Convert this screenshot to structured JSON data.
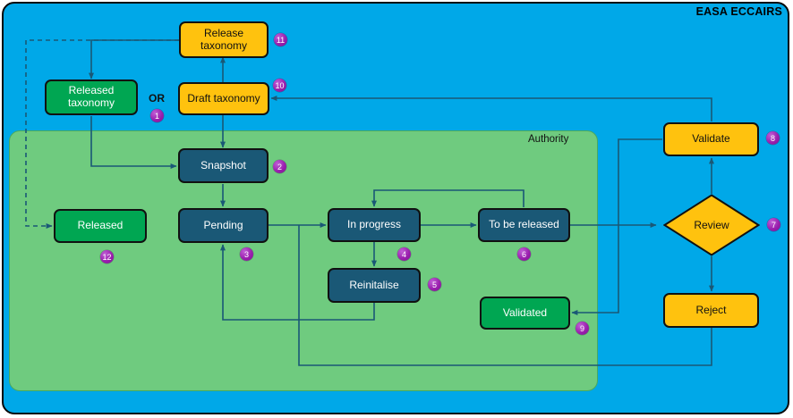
{
  "title": "EASA ECCAIRS",
  "containers": {
    "outer": {
      "name": "eccairs-panel"
    },
    "authority": {
      "label": "Authority"
    }
  },
  "labels": {
    "or": "OR"
  },
  "colors": {
    "outer_background": "#00a8e8",
    "authority_background": "#6fcb7f",
    "amber_node": "#ffc20e",
    "teal_node": "#1a5876",
    "green_node": "#00a652",
    "connector": "#1a5876",
    "badge": "#9b1fae",
    "border": "#111111"
  },
  "nodes": [
    {
      "id": "release-taxonomy",
      "label": "Release taxonomy",
      "shape": "rounded-rect",
      "style": "amber",
      "badge": "11"
    },
    {
      "id": "released-taxonomy",
      "label": "Released taxonomy",
      "shape": "rounded-rect",
      "style": "green",
      "badge": ""
    },
    {
      "id": "draft-taxonomy",
      "label": "Draft taxonomy",
      "shape": "rounded-rect",
      "style": "amber",
      "badge": "10"
    },
    {
      "id": "snapshot",
      "label": "Snapshot",
      "shape": "rounded-rect",
      "style": "teal",
      "badge": "2"
    },
    {
      "id": "released",
      "label": "Released",
      "shape": "rounded-rect",
      "style": "green",
      "badge": "12"
    },
    {
      "id": "pending",
      "label": "Pending",
      "shape": "rounded-rect",
      "style": "teal",
      "badge": "3"
    },
    {
      "id": "in-progress",
      "label": "In progress",
      "shape": "rounded-rect",
      "style": "teal",
      "badge": "4"
    },
    {
      "id": "reinitalise",
      "label": "Reinitalise",
      "shape": "rounded-rect",
      "style": "teal",
      "badge": "5"
    },
    {
      "id": "to-be-released",
      "label": "To be released",
      "shape": "rounded-rect",
      "style": "teal",
      "badge": "6"
    },
    {
      "id": "validated",
      "label": "Validated",
      "shape": "rounded-rect",
      "style": "green",
      "badge": "9"
    },
    {
      "id": "validate",
      "label": "Validate",
      "shape": "rounded-rect",
      "style": "amber",
      "badge": "8"
    },
    {
      "id": "review",
      "label": "Review",
      "shape": "diamond",
      "style": "amber",
      "badge": "7"
    },
    {
      "id": "reject",
      "label": "Reject",
      "shape": "rounded-rect",
      "style": "amber",
      "badge": ""
    }
  ],
  "badges": {
    "or_badge": "1",
    "release_taxonomy": "11",
    "draft_taxonomy": "10",
    "snapshot": "2",
    "released": "12",
    "pending": "3",
    "in_progress": "4",
    "reinitalise": "5",
    "to_be_released": "6",
    "validated": "9",
    "validate": "8",
    "review": "7"
  },
  "node_labels": {
    "release_taxonomy_line1": "Release",
    "release_taxonomy_line2": "taxonomy",
    "released_taxonomy_line1": "Released",
    "released_taxonomy_line2": "taxonomy",
    "draft_taxonomy": "Draft taxonomy",
    "snapshot": "Snapshot",
    "released": "Released",
    "pending": "Pending",
    "in_progress": "In progress",
    "reinitalise": "Reinitalise",
    "to_be_released": "To be released",
    "validated": "Validated",
    "validate": "Validate",
    "review": "Review",
    "reject": "Reject"
  }
}
